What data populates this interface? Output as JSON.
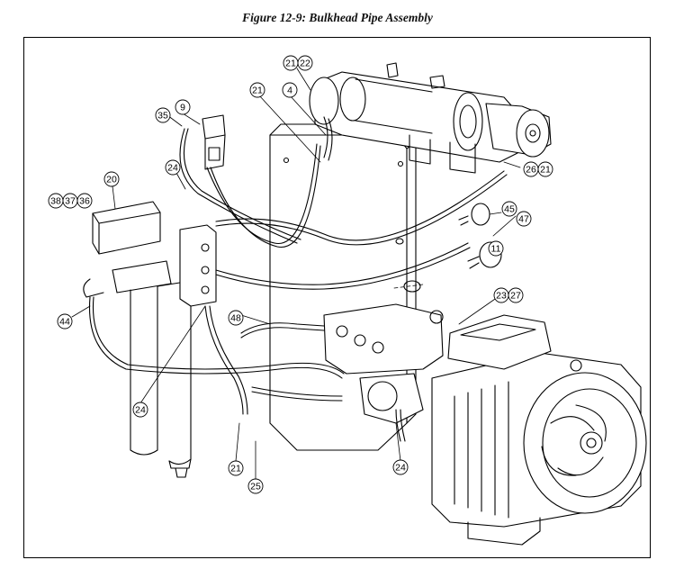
{
  "figure": {
    "caption": "Figure 12-9:  Bulkhead Pipe Assembly"
  },
  "callouts": [
    {
      "id": "c21a",
      "label": "21"
    },
    {
      "id": "c22",
      "label": "22"
    },
    {
      "id": "c4",
      "label": "4"
    },
    {
      "id": "c21b",
      "label": "21"
    },
    {
      "id": "c9",
      "label": "9"
    },
    {
      "id": "c35",
      "label": "35"
    },
    {
      "id": "c24a",
      "label": "24"
    },
    {
      "id": "c20",
      "label": "20"
    },
    {
      "id": "c38",
      "label": "38"
    },
    {
      "id": "c37",
      "label": "37"
    },
    {
      "id": "c36",
      "label": "36"
    },
    {
      "id": "c26",
      "label": "26"
    },
    {
      "id": "c21c",
      "label": "21"
    },
    {
      "id": "c45",
      "label": "45"
    },
    {
      "id": "c47",
      "label": "47"
    },
    {
      "id": "c11",
      "label": "11"
    },
    {
      "id": "c23",
      "label": "23"
    },
    {
      "id": "c27",
      "label": "27"
    },
    {
      "id": "c44",
      "label": "44"
    },
    {
      "id": "c48",
      "label": "48"
    },
    {
      "id": "c24b",
      "label": "24"
    },
    {
      "id": "c21d",
      "label": "21"
    },
    {
      "id": "c25",
      "label": "25"
    },
    {
      "id": "c24c",
      "label": "24"
    }
  ]
}
